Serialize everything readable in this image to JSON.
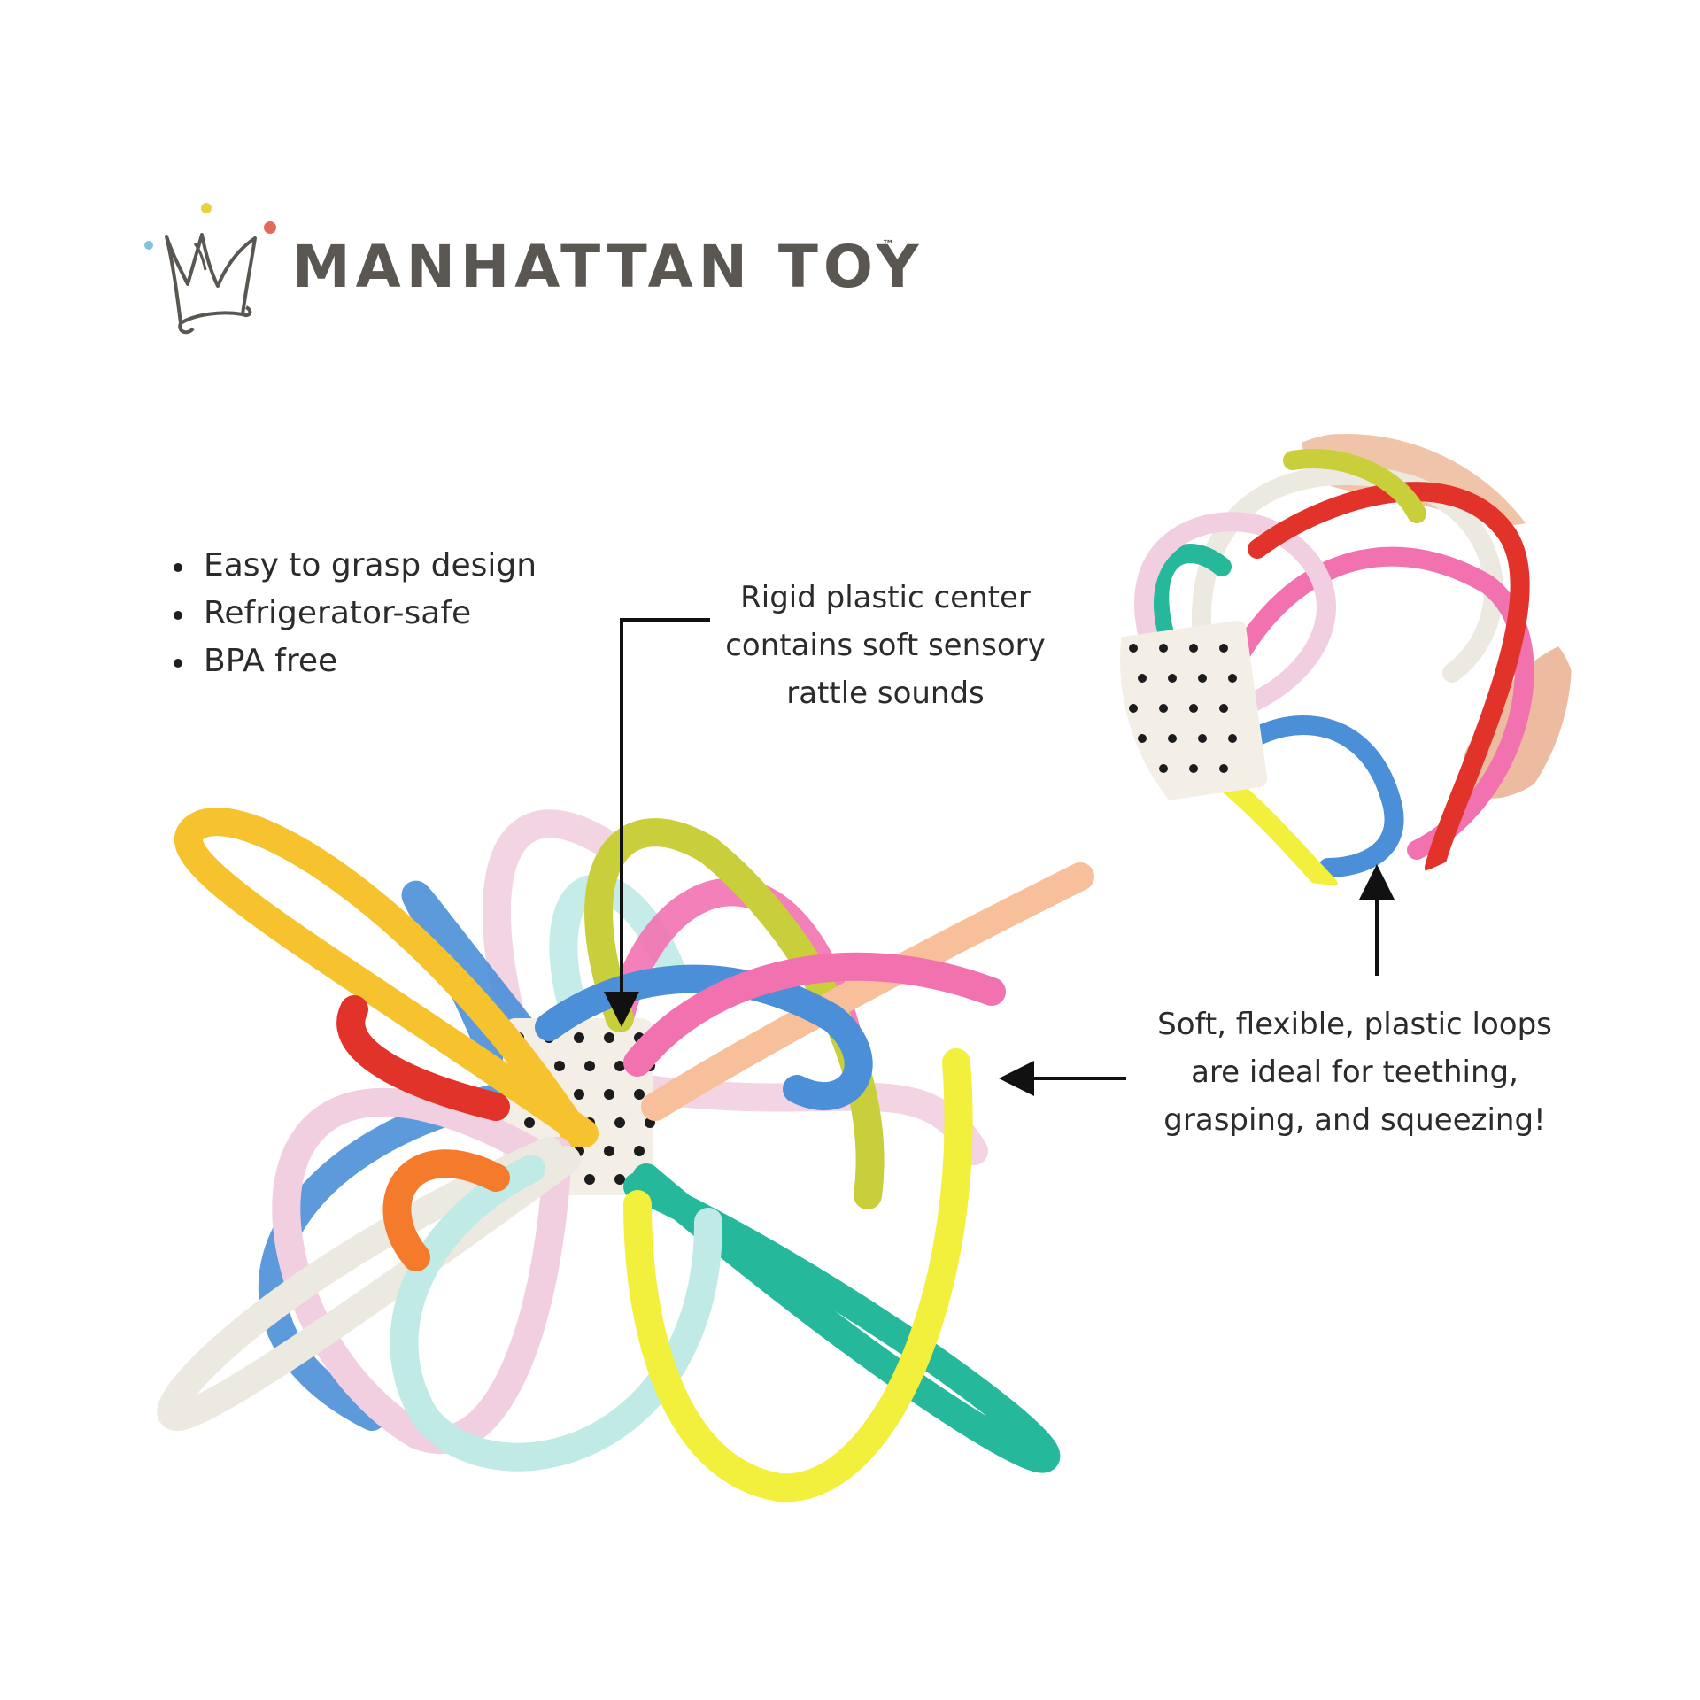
{
  "brand": {
    "name": "MANHATTAN TOY",
    "trademark": "™",
    "crown_dot_colors": [
      "#7fc4dc",
      "#e6d43a",
      "#e26a5a"
    ]
  },
  "features": [
    "Easy to grasp design",
    "Refrigerator-safe",
    "BPA free"
  ],
  "callouts": {
    "center": [
      "Rigid plastic center",
      "contains soft sensory",
      "rattle sounds"
    ],
    "loops": [
      "Soft, flexible, plastic loops",
      "are ideal for teething,",
      "grasping, and squeezing!"
    ]
  },
  "product": {
    "icon": "rattle-toy-illustration",
    "inset_icon": "hand-squeezing-toy-illustration",
    "loop_colors": [
      "#f6c22e",
      "#f2cfe0",
      "#c8cf3a",
      "#f8c09a",
      "#4a8fd8",
      "#ece9e0",
      "#25b89b",
      "#bfeae6",
      "#f2f03c",
      "#f47a2c",
      "#f272b0",
      "#e2332a"
    ],
    "center_color": "#f3efe6",
    "center_dot_color": "#1c1c1c"
  }
}
